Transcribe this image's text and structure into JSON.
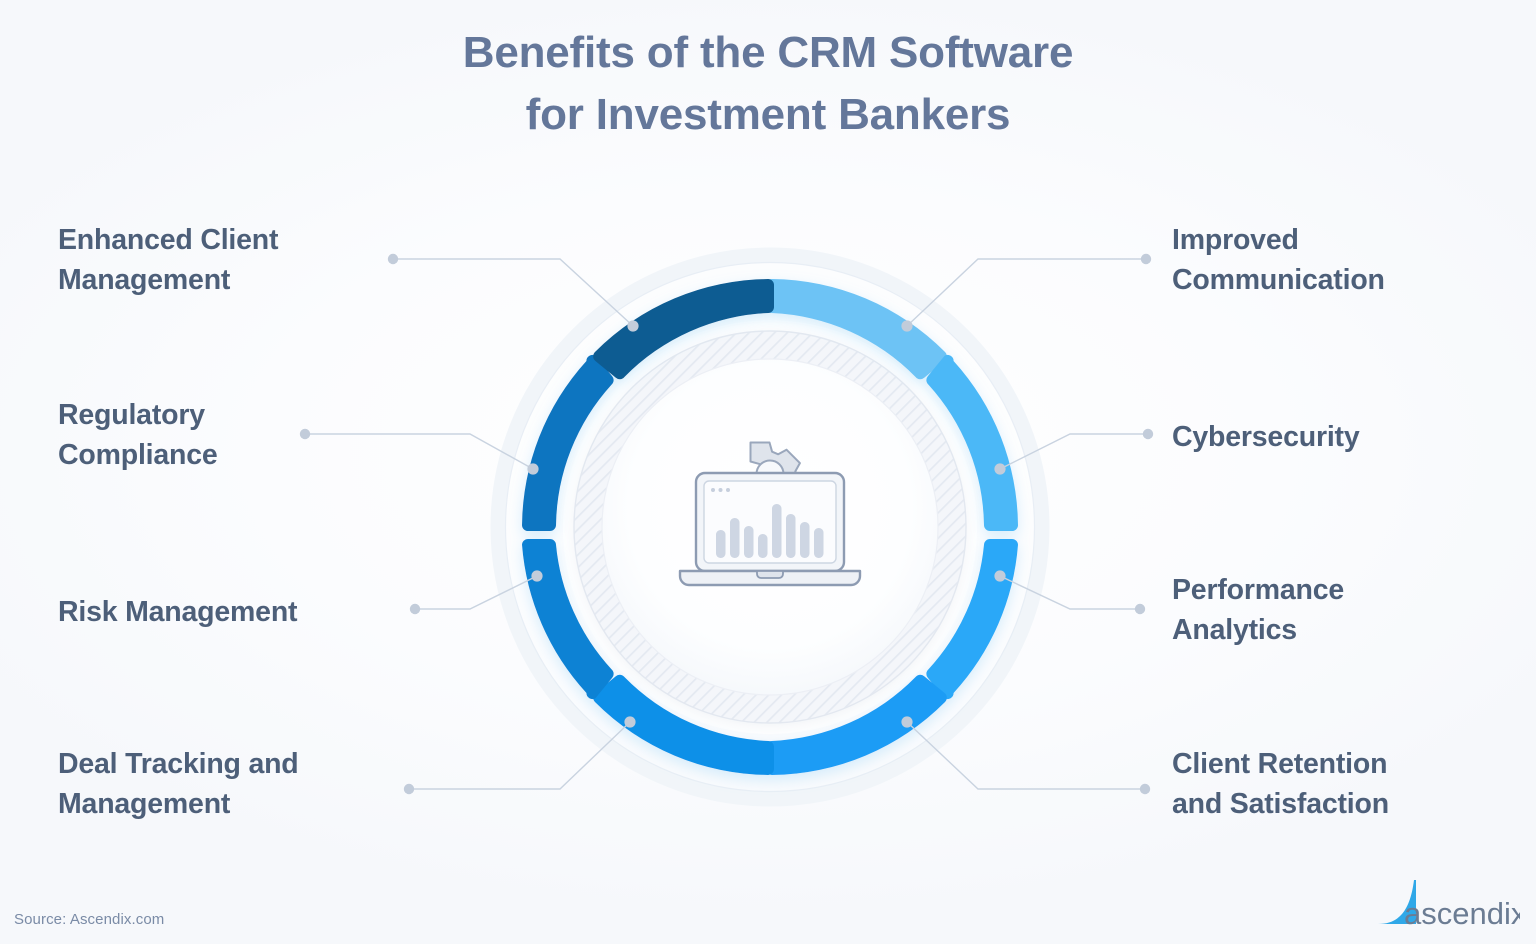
{
  "title": {
    "line1": "Benefits of the CRM Software",
    "line2": "for Investment Bankers",
    "color": "#64779a"
  },
  "footer": {
    "source": "Source:  Ascendix.com",
    "logo_text": "ascendix",
    "logo_color": "#2fa8e8",
    "logo_text_color": "#6b7c93"
  },
  "center_icon": {
    "name": "laptop-analytics-gear-icon",
    "stroke": "#8d9bb2",
    "fill": "#eef1f6",
    "bar_fill": "#ced6e3"
  },
  "chart_data": {
    "type": "pie",
    "title": "Benefits of the CRM Software for Investment Bankers",
    "subtitle": "",
    "xlabel": "",
    "ylabel": "",
    "legend_position": "around-donut",
    "grid": false,
    "categories": [
      "Improved Communication",
      "Cybersecurity",
      "Performance Analytics",
      "Client Retention and Satisfaction",
      "Deal Tracking and Management",
      "Risk Management",
      "Regulatory Compliance",
      "Enhanced Client Management"
    ],
    "values": [
      12.5,
      12.5,
      12.5,
      12.5,
      12.5,
      12.5,
      12.5,
      12.5
    ],
    "colors": [
      "#6dc3f5",
      "#4cb8f7",
      "#29a8f8",
      "#1f9cf5",
      "#1190e8",
      "#0b82d4",
      "#0c74c0",
      "#0b5c92"
    ]
  },
  "segments": [
    {
      "id": "improved-communication",
      "label": "Improved\nCommunication",
      "color": "#6dc3f5",
      "side": "right",
      "order": 1
    },
    {
      "id": "cybersecurity",
      "label": "Cybersecurity",
      "color": "#4cb8f7",
      "side": "right",
      "order": 2
    },
    {
      "id": "performance-analytics",
      "label": "Performance\nAnalytics",
      "color": "#29a8f8",
      "side": "right",
      "order": 3
    },
    {
      "id": "client-retention-and-satisfaction",
      "label": "Client Retention\nand Satisfaction",
      "color": "#1f9cf5",
      "side": "right",
      "order": 4
    },
    {
      "id": "deal-tracking-and-management",
      "label": "Deal Tracking and\nManagement",
      "color": "#1190e8",
      "side": "left",
      "order": 5
    },
    {
      "id": "risk-management",
      "label": "Risk Management",
      "color": "#0b82d4",
      "side": "left",
      "order": 6
    },
    {
      "id": "regulatory-compliance",
      "label": "Regulatory\nCompliance",
      "color": "#0c74c0",
      "side": "left",
      "order": 7
    },
    {
      "id": "enhanced-client-management",
      "label": "Enhanced Client\nManagement",
      "color": "#0b5c92",
      "side": "left",
      "order": 8
    }
  ],
  "theme": {
    "label_color": "#4d5f79",
    "connector_color": "#c9d3e0",
    "connector_dot_color": "#c2ccda",
    "inner_hatch_color": "#e9edf3",
    "halo_color": "#f2f6fa"
  }
}
